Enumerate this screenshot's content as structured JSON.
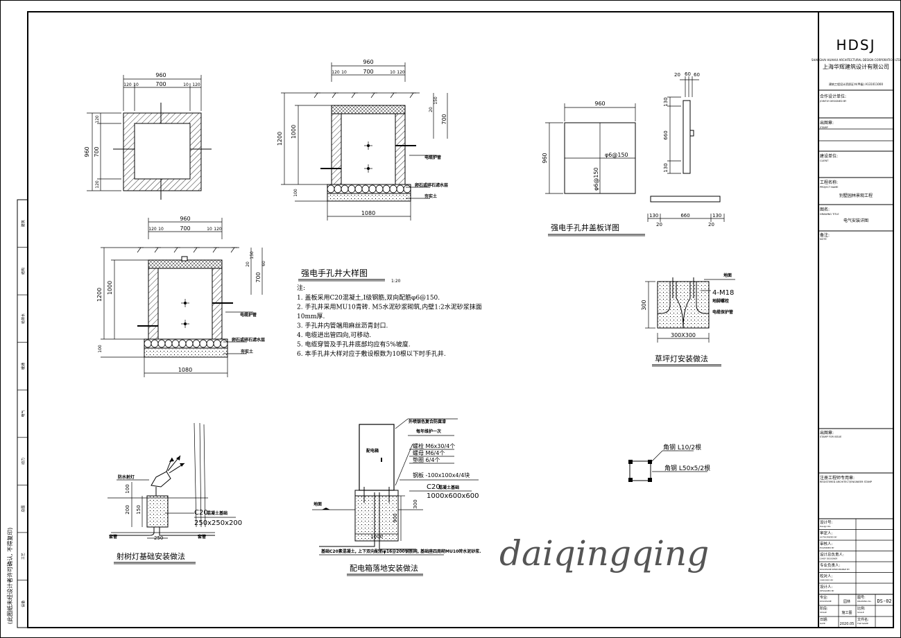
{
  "title_block": {
    "logo": "HDSJ",
    "company_en": "SHANGHAI HUAHUI ARCHITECTURAL DESIGN CORPORATION LTD",
    "company_cn": "上海华辉建筑设计有限公司",
    "cert": "建筑工程设计资质证书(甲级) A131011000",
    "coop_label": "合作设计单位:",
    "coop_en": "JOINTLY DESIGNED BY",
    "seal_label": "出图章:",
    "seal_en": "STAMP",
    "client_label": "建设单位:",
    "client_en": "CLIENT",
    "project_label": "工程名称:",
    "project_en": "PROJECT NAME",
    "project_value": "别墅园林景观工程",
    "drawing_label": "图名:",
    "drawing_en": "DRAWING TITLE",
    "drawing_value": "电气安装详图",
    "note_label": "备注:",
    "note_en": "NOTE",
    "stamp_label": "出图章:",
    "stamp_en": "STAMP FOR ISSUE",
    "reg_label": "注册工程师专用章:",
    "reg_en": "REGISTERED ARCHITECT/ENGINEER STAMP",
    "rows": [
      {
        "cn": "设计号:",
        "en": "Design No."
      },
      {
        "cn": "审定人:",
        "en": "AUTHORIZED BY"
      },
      {
        "cn": "审核人:",
        "en": "EXAMINED BY"
      },
      {
        "cn": "设计总负责人:",
        "en": "CHIEF DESIGNER"
      },
      {
        "cn": "专业负责人:",
        "en": "DISCIPLINE RESPONSIBLE BY"
      },
      {
        "cn": "校对人:",
        "en": "CHECKED BY"
      },
      {
        "cn": "设计人:",
        "en": "DESIGNED BY"
      }
    ],
    "cells": {
      "major_label": "专业:",
      "major_en": "DISCIPLINE",
      "major_value": "园林",
      "dwgno_label": "图号:",
      "dwgno_en": "DRAWING No.",
      "dwgno_value": "DS-02",
      "stage_label": "阶段:",
      "stage_en": "STAGE",
      "stage_value": "施工图",
      "scale_label": "比例:",
      "scale_en": "SCALE",
      "date_label": "日期:",
      "date_en": "DATE",
      "date_value": "2020.05",
      "file_label": "文件名:",
      "file_en": "FILE NAME"
    }
  },
  "side_strip": {
    "note": "(此图纸未经设计者许可确认, 不得复印)",
    "labels": [
      "建筑",
      "结构",
      "给排水",
      "暖通",
      "电气",
      "动力",
      "总图",
      "工艺",
      "设备"
    ]
  },
  "handhole": {
    "title": "强电手孔井大样图",
    "scale": "1:20",
    "notes_head": "注:",
    "notes": [
      "1. 盖板采用C20混凝土,I级钢筋,双向配筋φ6@150.",
      "2. 手孔井采用MU10青砖. M5水泥砂浆砌筑,内壁1:2水泥砂浆抹面",
      "10mm厚.",
      "3. 手孔井内管端用麻丝沥青封口.",
      "4. 电缆进出管四向,可移动.",
      "5. 电缆穿管及手孔井底部均应有5%坡度.",
      "6. 本手孔井大样对应于敷设根数为10根以下时手孔井."
    ],
    "dims": {
      "w960": "960",
      "w700": "700",
      "w120": "120",
      "w10": "10",
      "w1080": "1080",
      "h1200": "1200",
      "h1000": "1000",
      "h100": "100",
      "h150": "150",
      "h60": "60",
      "h20": "20"
    },
    "labels": {
      "pipe": "电缆护管",
      "gravel": "卵石或碎石滤水层",
      "base": "夯实土",
      "pipe2": "电缆护管",
      "gravel2": "卵石或碎石滤水层",
      "base2": "夯实土"
    }
  },
  "cover": {
    "title": "强电手孔井盖板详图",
    "w960": "960",
    "h960": "960",
    "rebar_h": "φ6@150",
    "rebar_v": "φ6@150",
    "d20": "20",
    "d60": "60",
    "d60b": "60",
    "d130": "130",
    "d660": "660",
    "d130b": "130",
    "b130": "130",
    "b660": "660",
    "b130b": "130",
    "b20": "20",
    "b20b": "20"
  },
  "lawn": {
    "title": "草坪灯安装做法",
    "ground": "地面",
    "bolts": "4-M18",
    "anchor": "地脚螺栓",
    "pipe": "电缆保护管",
    "h300": "300",
    "size": "300X300"
  },
  "tree": {
    "title": "射树灯基础安装做法",
    "lamp": "防水射灯",
    "concrete": "C20",
    "concrete_note": "混凝土基础",
    "size": "250x250x200",
    "d100": "100",
    "d200": "200",
    "d150": "150",
    "d250": "250",
    "pipe_l": "套管",
    "pipe_r": "套管"
  },
  "box": {
    "title": "配电箱落地安装做法",
    "box_label": "配电箱",
    "paint": "外喷银色复合防腐漆",
    "paint2": "每年维护一次",
    "bolt1": "螺栓 M6x30/4个",
    "bolt2": "螺母 M6/4个",
    "bolt3": "垫圈 6/4个",
    "plate": "钢板 -100x100x4/4块",
    "concrete": "C20",
    "concrete_note": "混凝土基础",
    "size": "1000x600x600",
    "ground": "地面",
    "d300": "300",
    "d900": "900",
    "d1000": "1000",
    "bottom": "基础C20素混凝土, 上下双向配筋φ16@200钢筋网, 基础座四周砌MU10砖水泥砂浆."
  },
  "steel": {
    "a": "角钢 L10/2根",
    "b": "角钢 L50x5/2根"
  },
  "watermark": "daiqingqing"
}
